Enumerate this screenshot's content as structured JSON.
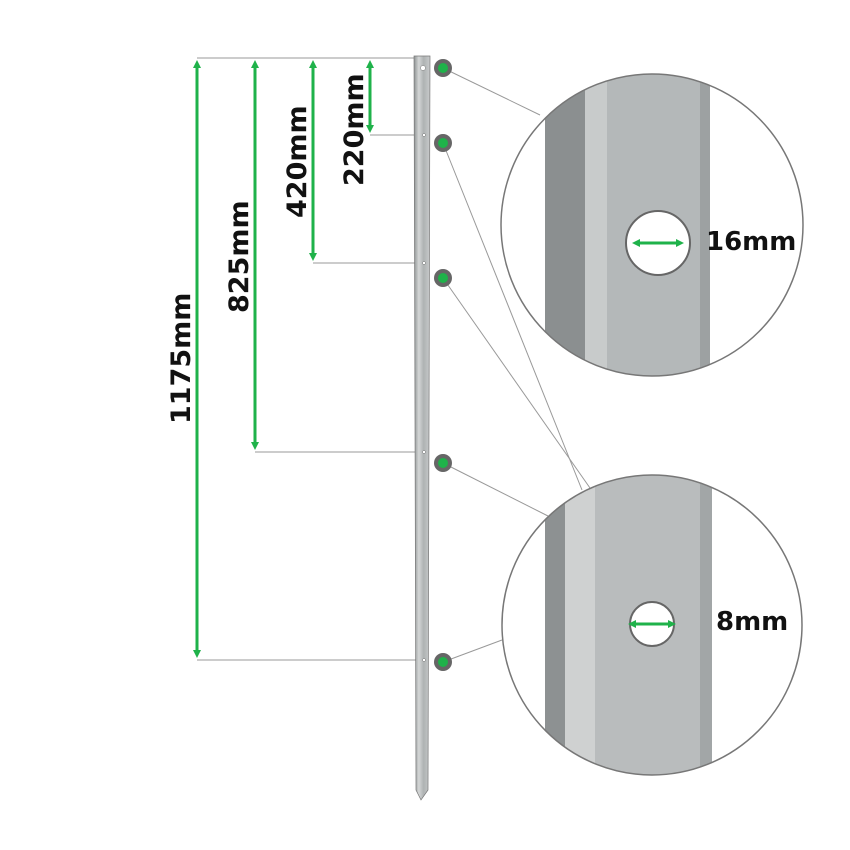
{
  "dimensions": {
    "total": "1175mm",
    "hole4": "825mm",
    "hole3": "420mm",
    "hole2": "220mm"
  },
  "details": {
    "large_hole": "16mm",
    "small_hole": "8mm"
  },
  "colors": {
    "accent": "#1fb24a",
    "metal": "#b9bcbd",
    "guide": "#888888"
  }
}
